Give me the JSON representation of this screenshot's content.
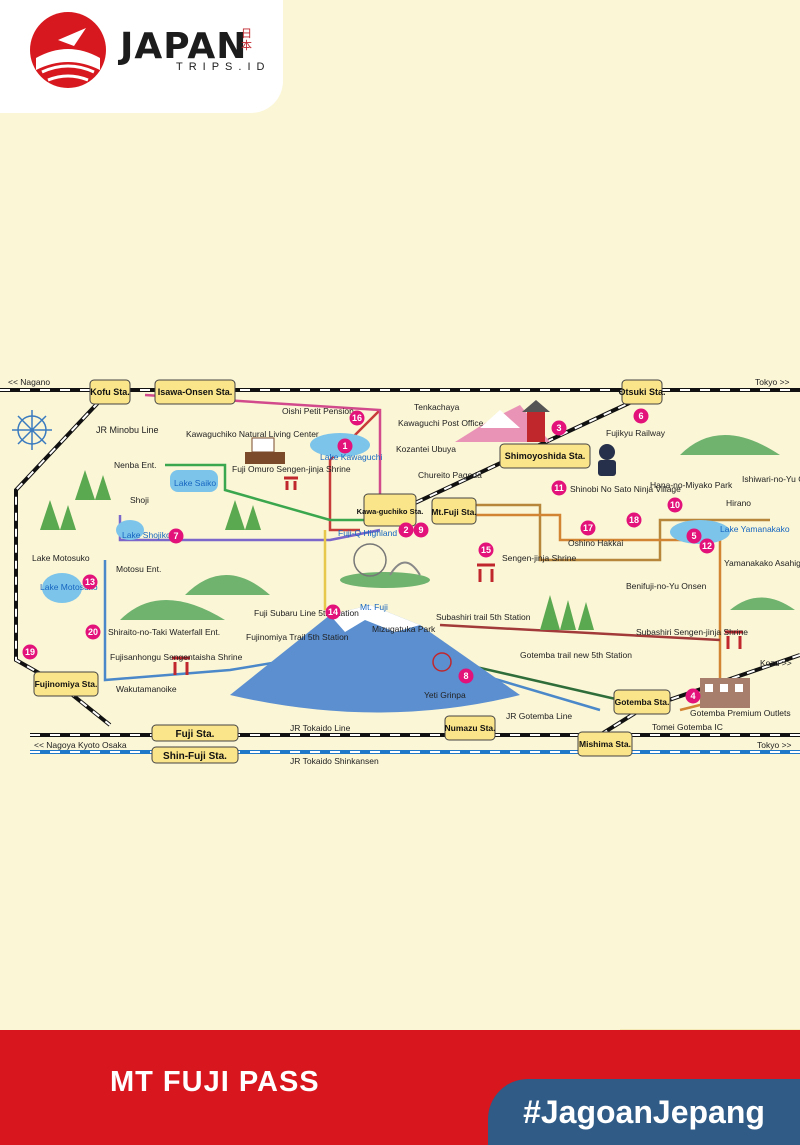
{
  "brand": {
    "name": "JAPAN",
    "sub": "TRIPS.ID",
    "kanji": "日本"
  },
  "footer": {
    "title": "MT FUJI PASS",
    "hashtag": "#JagoanJepang"
  },
  "directions": {
    "nagano": "<< Nagano",
    "tokyo": "Tokyo >>",
    "nagoya": "<< Nagoya Kyoto Osaka",
    "tokyo2": "Tokyo >>",
    "kozu": "Kozu >>"
  },
  "stations": {
    "kofu": "Kofu Sta.",
    "isawa": "Isawa-Onsen Sta.",
    "otsuki": "Otsuki Sta.",
    "shimoyoshida": "Shimoyoshida Sta.",
    "kawaguchiko": "Kawa-guchiko Sta.",
    "mtfuji": "Mt.Fuji Sta.",
    "fujinomiya": "Fujinomiya Sta.",
    "fuji": "Fuji Sta.",
    "shinfuji": "Shin-Fuji Sta.",
    "numazu": "Numazu Sta.",
    "mishima": "Mishima Sta.",
    "gotemba": "Gotemba Sta."
  },
  "lines": {
    "minobu": "JR Minobu Line",
    "tokaido": "JR Tokaido Line",
    "shinkansen": "JR Tokaido Shinkansen",
    "gotemba": "JR Gotemba Line",
    "fujikyu": "Fujikyu Railway"
  },
  "places": {
    "tenkachaya": "Tenkachaya",
    "oishi": "Oishi Petit Pension",
    "kawaguchipost": "Kawaguchi Post Office",
    "natural": "Kawaguchiko Natural Living Center",
    "lakekawaguchi": "Lake Kawaguchi",
    "kozantei": "Kozantei Ubuya",
    "nenba": "Nenba Ent.",
    "fujiomuro": "Fuji Omuro Sengen-jinja Shrine",
    "lakesaiko": "Lake Saiko",
    "chureito": "Chureito Pagoda",
    "shoji": "Shoji",
    "lakeshojiko": "Lake Shojiko",
    "fujiq": "Fuji-Q Highland",
    "shinobi": "Shinobi No Sato Ninja Village",
    "hananomiyako": "Hana-no-Miyako Park",
    "ishiwari": "Ishiwari-no-Yu Onsen",
    "hirano": "Hirano",
    "oshino": "Oshino Hakkai",
    "lakeyamanakako": "Lake Yamanakako",
    "yamanakako": "Yamanakako Asahigaoka",
    "lakemotosuko": "Lake Motosuko",
    "motosuko": "Lake Motosuko",
    "motosu": "Motosu Ent.",
    "sengen": "Sengen-jinja Shrine",
    "benifuji": "Benifuji-no-Yu Onsen",
    "subaru": "Fuji Subaru Line 5th Station",
    "mtfujilabel": "Mt. Fuji",
    "subashiri5": "Subashiri trail 5th Station",
    "mizugatuka": "Mizugatuka Park",
    "fujinomiyatrail": "Fujinomiya Trail 5th Station",
    "shiraito": "Shiraito-no-Taki Waterfall Ent.",
    "subashirishrine": "Subashiri Sengen-jinja Shrine",
    "gotembatrail": "Gotemba trail new 5th Station",
    "fujisanhongu": "Fujisanhongu Sengentaisha Shrine",
    "yeti": "Yeti Grinpa",
    "wakutamanoike": "Wakutamanoike",
    "premium": "Gotemba Premium Outlets",
    "tomei": "Tomei Gotemba IC"
  },
  "colors": {
    "footer": "#d8161d",
    "tag": "#2f5b86",
    "pin": "#e2127a",
    "station": "#fbe58a"
  }
}
